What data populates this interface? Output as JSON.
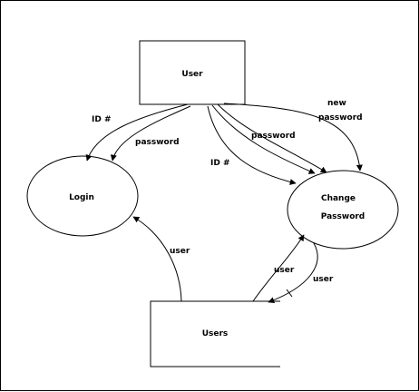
{
  "nodes": {
    "user_entity": {
      "label": "User"
    },
    "login_process": {
      "label": "Login"
    },
    "change_password_process": {
      "label_line1": "Change",
      "label_line2": "Password"
    },
    "users_store": {
      "label": "Users"
    }
  },
  "flows": {
    "user_to_login_id": "ID #",
    "user_to_login_password": "password",
    "user_to_change_id": "ID #",
    "user_to_change_password": "password",
    "user_to_change_new_password_line1": "new",
    "user_to_change_new_password_line2": "password",
    "store_to_login": "user",
    "store_to_change": "user",
    "change_to_store": "user"
  },
  "colors": {
    "line": "#000000",
    "background": "#ffffff"
  }
}
